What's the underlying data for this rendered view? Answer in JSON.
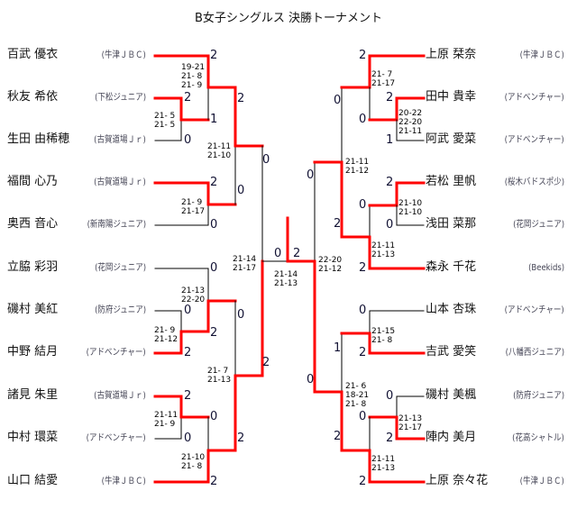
{
  "title": "B女子シングルス 決勝トーナメント",
  "colors": {
    "winner_line": "#ff0000",
    "line": "#000000"
  },
  "left_players": [
    {
      "name": "百武 優衣",
      "club": "(牛津ＪＢＣ)"
    },
    {
      "name": "秋友 希依",
      "club": "(下松ジュニア)"
    },
    {
      "name": "生田 由稀穂",
      "club": "(古賀道場Ｊｒ)"
    },
    {
      "name": "福間 心乃",
      "club": "(古賀道場Ｊｒ)"
    },
    {
      "name": "奥西  音心",
      "club": "(新南陽ジュニア)"
    },
    {
      "name": "立脇 彩羽",
      "club": "(花岡ジュニア)"
    },
    {
      "name": "磯村 美紅",
      "club": "(防府ジュニア)"
    },
    {
      "name": "中野  結月",
      "club": "(アドベンチャー)"
    },
    {
      "name": "諸見 朱里",
      "club": "(古賀道場Ｊｒ)"
    },
    {
      "name": "中村 環菜",
      "club": "(アドベンチャー)"
    },
    {
      "name": "山口 結愛",
      "club": "(牛津ＪＢＣ)"
    }
  ],
  "right_players": [
    {
      "name": "上原 栞奈",
      "club": "(牛津ＪＢＣ)"
    },
    {
      "name": "田中  貴幸",
      "club": "(アドベンチャー)"
    },
    {
      "name": "阿武  愛菜",
      "club": "(アドベンチャー)"
    },
    {
      "name": "若松 里帆",
      "club": "(桜木バドスポ少)"
    },
    {
      "name": "浅田 菜那",
      "club": "(花岡ジュニア)"
    },
    {
      "name": "森永 千花",
      "club": "(Beekids)"
    },
    {
      "name": "山本  杏珠",
      "club": "(アドベンチャー)"
    },
    {
      "name": "吉武 愛笑",
      "club": "(八幡西ジュニア)"
    },
    {
      "name": "磯村 美楓",
      "club": "(防府ジュニア)"
    },
    {
      "name": "陣内 美月",
      "club": "(花高シャトル)"
    },
    {
      "name": "上原 奈々花",
      "club": "(牛津ＪＢＣ)"
    }
  ],
  "set_scores": [
    "2",
    "2",
    "1",
    "0",
    "2",
    "0",
    "2",
    "0",
    "0",
    "0",
    "2",
    "0",
    "2",
    "0",
    "2",
    "2",
    "0",
    "2",
    "0",
    "2",
    "0",
    "2",
    "2",
    "0",
    "2",
    "1",
    "2",
    "0",
    "0",
    "0",
    "0",
    "2",
    "0",
    "2",
    "0",
    "2",
    "0",
    "2",
    "1",
    "2",
    "0",
    "2"
  ],
  "game_scores": [
    "19-21\n21- 8\n21- 9",
    "21- 5\n21- 5",
    "21-11\n21-10",
    "21- 9\n21-17",
    "21-14\n21-17",
    "21-13\n22-20",
    "21- 9\n21-12",
    "21- 7\n21-13",
    "21-11\n21- 9",
    "21-10\n21- 8",
    "21-14\n21-13",
    "22-20\n21-12",
    "21- 7\n21-17",
    "20-22\n22-20\n21-11",
    "21-11\n21-12",
    "21-10\n21-10",
    "21-11\n21-13",
    "21-15\n21- 8",
    "21- 6\n18-21\n21- 8",
    "21-13\n21-17",
    "21-11\n21-13"
  ]
}
